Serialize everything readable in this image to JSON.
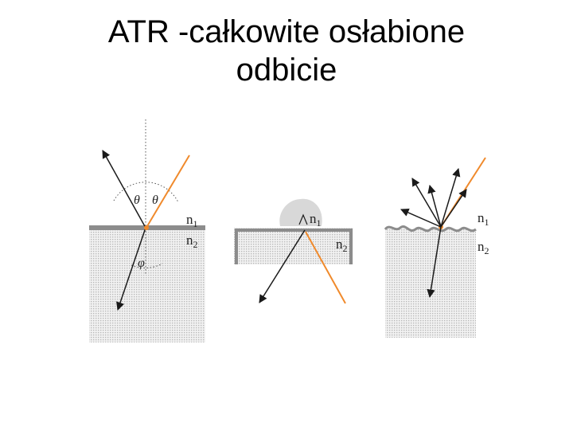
{
  "slide": {
    "title_line1": "ATR -całkowite osłabione",
    "title_line2": "odbicie"
  },
  "panels": [
    {
      "name": "reflection-refraction",
      "labels": {
        "medium1": "n",
        "medium1_sub": "1",
        "medium2": "n",
        "medium2_sub": "2",
        "angle_incidence": "θ",
        "angle_reflection": "θ",
        "angle_refraction": "φ"
      }
    },
    {
      "name": "attenuated-reflection",
      "labels": {
        "medium1": "n",
        "medium1_sub": "1",
        "medium2": "n",
        "medium2_sub": "2"
      }
    },
    {
      "name": "diffuse-reflection",
      "labels": {
        "medium1": "n",
        "medium1_sub": "1",
        "medium2": "n",
        "medium2_sub": "2"
      }
    }
  ],
  "colors": {
    "incident_beam": "#f08a2c",
    "surface": "#8c8c8c",
    "medium_fill": "#e4e4e4",
    "arrows": "#1a1a1a"
  }
}
